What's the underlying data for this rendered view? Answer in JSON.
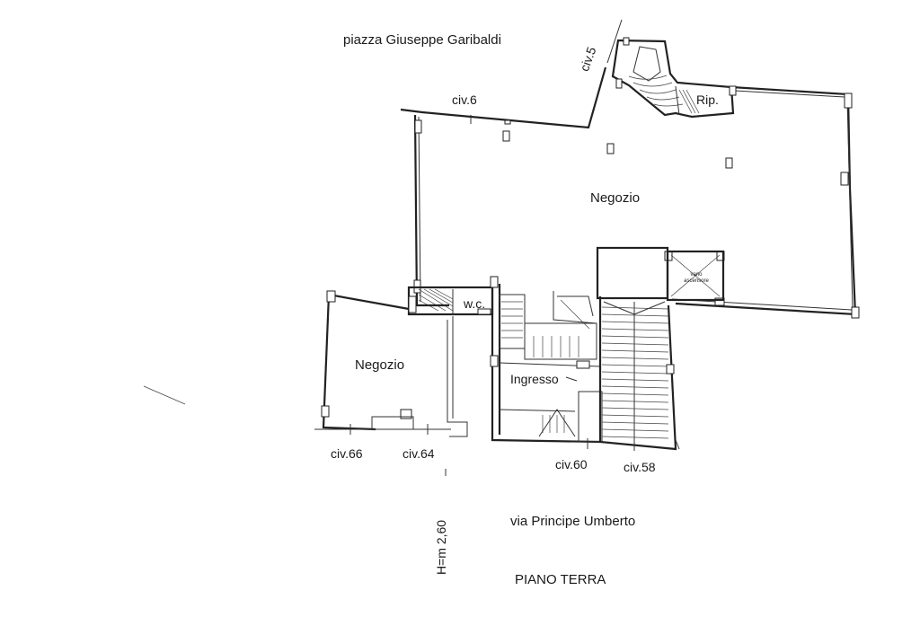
{
  "streets": {
    "top": "piazza Giuseppe Garibaldi",
    "bottom": "via Principe Umberto"
  },
  "rooms": {
    "negozio_main": "Negozio",
    "negozio_small": "Negozio",
    "ingresso": "Ingresso",
    "wc": "w.c.",
    "rip": "Rip.",
    "vano_ascensore": "vano ascensore"
  },
  "civic_numbers": {
    "civ5": "civ.5",
    "civ6": "civ.6",
    "civ66": "civ.66",
    "civ64": "civ.64",
    "civ60": "civ.60",
    "civ58": "civ.58"
  },
  "height_note": "H=m 2,60",
  "floor_title": "PIANO TERRA"
}
